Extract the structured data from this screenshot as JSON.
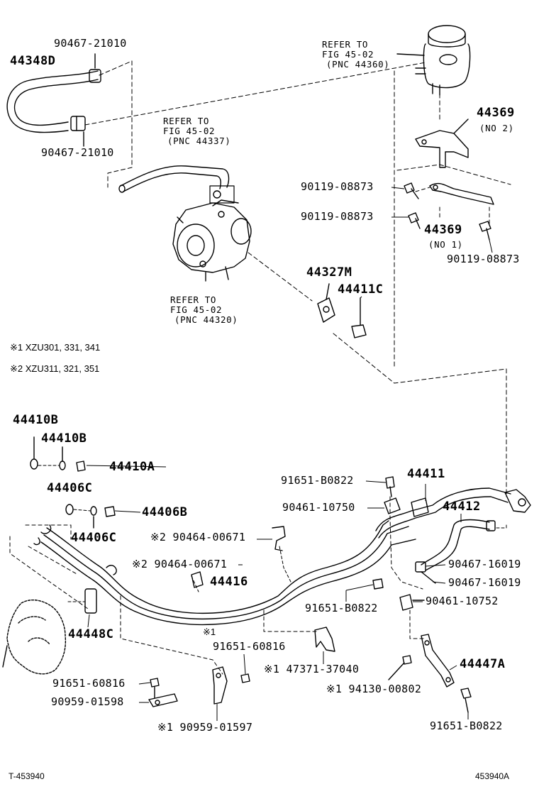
{
  "parts": {
    "hose_44348d": "44348D",
    "clip_90467_21010_top": "90467-21010",
    "clip_90467_21010_bot": "90467-21010",
    "ref_45_02_44360": [
      "REFER TO",
      "FIG 45-02",
      "(PNC 44360)"
    ],
    "ref_45_02_44337": [
      "REFER TO",
      "FIG 45-02",
      "(PNC 44337)"
    ],
    "ref_45_02_44320": [
      "REFER TO",
      "FIG 45-02",
      "(PNC 44320)"
    ],
    "bracket_44369_no2": "44369",
    "bracket_44369_no2_sub": "(NO 2)",
    "bolt_90119_08873_a": "90119-08873",
    "bolt_90119_08873_b": "90119-08873",
    "bolt_90119_08873_c": "90119-08873",
    "bracket_44369_no1": "44369",
    "bracket_44369_no1_sub": "(NO 1)",
    "clamp_44327m": "44327M",
    "bolt_44411c": "44411C",
    "note_1": "※1 XZU301, 331, 341",
    "note_2": "※2 XZU311, 321, 351",
    "gasket_44410b_a": "44410B",
    "gasket_44410b_b": "44410B",
    "bolt_44410a": "44410A",
    "gasket_44406c_a": "44406C",
    "bolt_44406b": "44406B",
    "gasket_44406c_b": "44406C",
    "clamp_90464_00671_a": "※2 90464-00671",
    "clamp_90464_00671_b": "※2 90464-00671",
    "tube_44416": "44416",
    "grommet_44448c": "44448C",
    "bolt_91651_b0822_a": "91651-B0822",
    "tube_44411": "44411",
    "clamp_90461_10750": "90461-10750",
    "tube_44412": "44412",
    "clip_90467_16019_a": "90467-16019",
    "clip_90467_16019_b": "90467-16019",
    "bolt_91651_b0822_b": "91651-B0822",
    "clamp_90461_10752": "90461-10752",
    "mark_1": "※1",
    "bolt_91651_60816_a": "91651-60816",
    "clamp_47371_37040": "※1 47371-37040",
    "bracket_44447a": "44447A",
    "nut_94130_00802": "※1 94130-00802",
    "bolt_91651_60816_b": "91651-60816",
    "clamp_90959_01598": "90959-01598",
    "clamp_90959_01597": "※1 90959-01597",
    "bolt_91651_b0822_c": "91651-B0822"
  },
  "footer": {
    "left_id": "T-453940",
    "right_id": "453940A"
  }
}
